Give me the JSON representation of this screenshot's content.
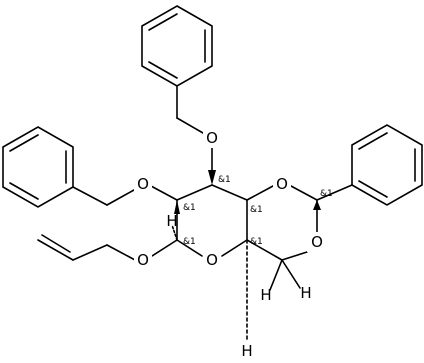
{
  "atoms": {
    "o_benzyl_top": "O",
    "o_benzyl_left": "O",
    "o_allyl": "O",
    "o_ring_pyran": "O",
    "o_dioxane_top": "O",
    "o_dioxane_bottom": "O",
    "h_c1": "H",
    "h_ch2_left": "H",
    "h_ch2_right": "H",
    "h_c5": "H"
  },
  "stereo_labels": {
    "c3": "&1",
    "c4": "&1",
    "c2": "&1",
    "c1": "&1",
    "c5": "&1",
    "acetal": "&1"
  }
}
